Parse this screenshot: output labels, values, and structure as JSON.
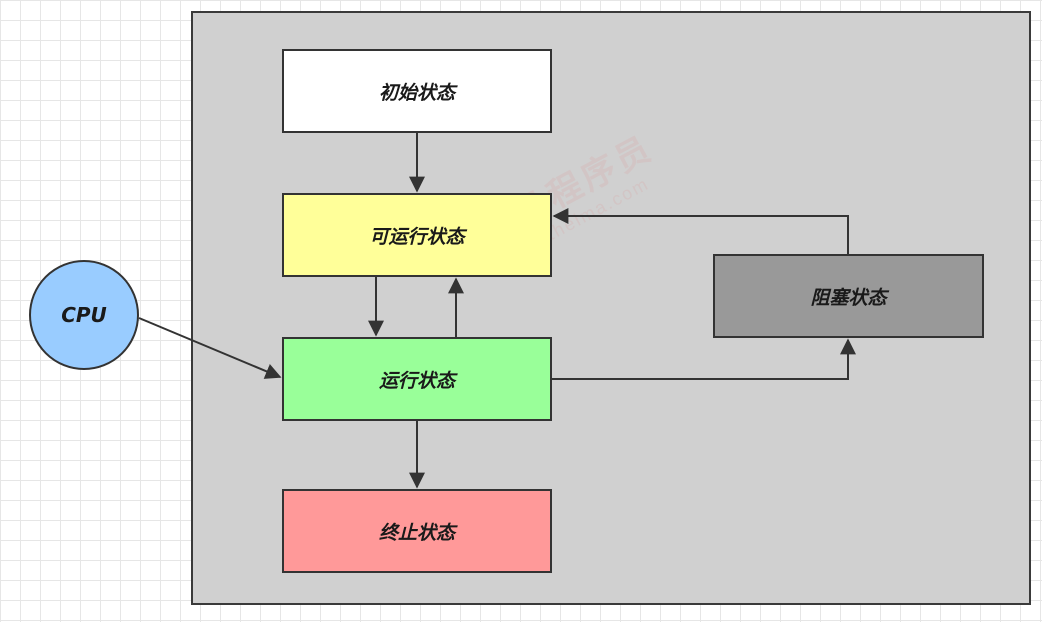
{
  "diagram": {
    "states": {
      "initial": "初始状态",
      "runnable": "可运行状态",
      "running": "运行状态",
      "terminated": "终止状态",
      "blocked": "阻塞状态"
    },
    "cpu_label": "CPU",
    "colors": {
      "container": "#d0d0d0",
      "initial": "#ffffff",
      "runnable": "#ffff99",
      "running": "#99ff99",
      "terminated": "#ff9999",
      "blocked": "#999999",
      "cpu": "#99ccff",
      "stroke": "#333333"
    },
    "watermark": {
      "main": "黑马程序员",
      "sub": "www.itheima.com"
    }
  }
}
